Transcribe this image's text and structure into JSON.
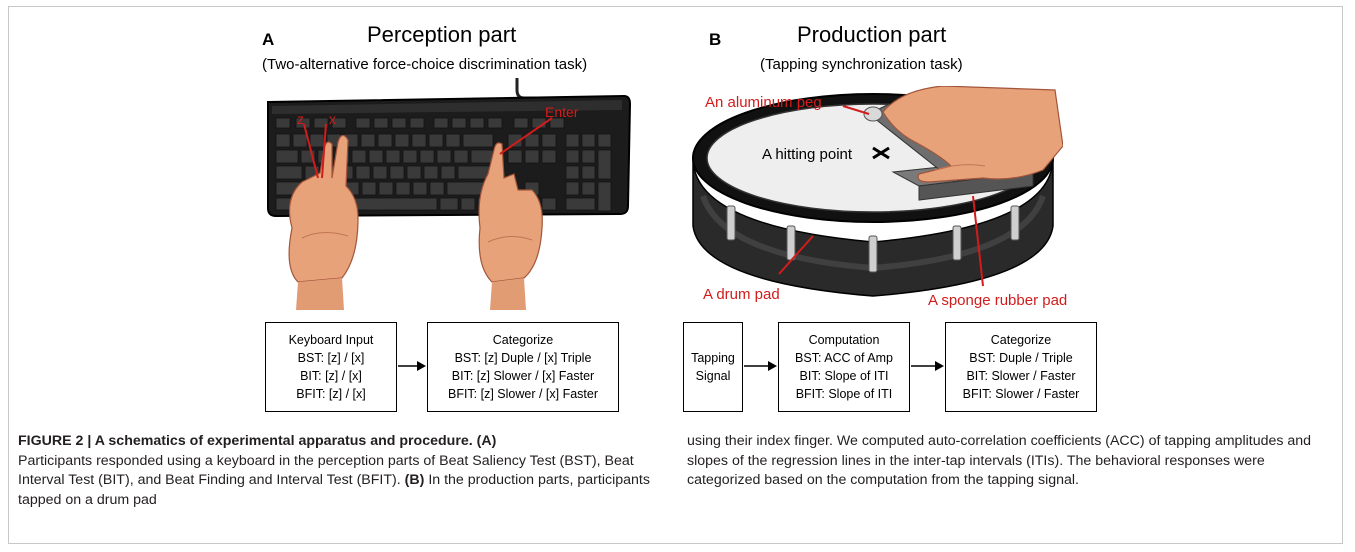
{
  "panel_a": {
    "letter": "A",
    "title": "Perception part",
    "subtitle": "(Two-alternative force-choice discrimination task)",
    "key_labels": {
      "z": "z",
      "x": "x",
      "enter": "Enter"
    },
    "boxes": {
      "input": {
        "lines": [
          "Keyboard Input",
          "BST: [z] / [x]",
          "BIT: [z] / [x]",
          "BFIT: [z] / [x]"
        ]
      },
      "categorize": {
        "lines": [
          "Categorize",
          "BST: [z] Duple / [x] Triple",
          "BIT: [z] Slower / [x] Faster",
          "BFIT: [z] Slower / [x] Faster"
        ]
      }
    }
  },
  "panel_b": {
    "letter": "B",
    "title": "Production part",
    "subtitle": "(Tapping synchronization task)",
    "labels": {
      "peg": "An aluminum peg",
      "hitting_point": "A hitting point",
      "drum_pad": "A drum pad",
      "sponge": "A sponge rubber pad"
    },
    "boxes": {
      "signal": {
        "lines": [
          "Tapping",
          "Signal"
        ]
      },
      "computation": {
        "lines": [
          "Computation",
          "BST: ACC of Amp",
          "BIT: Slope of ITI",
          "BFIT: Slope of ITI"
        ]
      },
      "categorize": {
        "lines": [
          "Categorize",
          "BST: Duple / Triple",
          "BIT: Slower / Faster",
          "BFIT: Slower / Faster"
        ]
      }
    }
  },
  "caption": {
    "heading": "FIGURE 2 | A schematics of experimental apparatus and procedure. (A)",
    "left_col": "Participants responded using a keyboard in the perception parts of Beat Saliency Test (BST), Beat Interval Test (BIT), and Beat Finding and Interval Test (BFIT).",
    "marker_b": "(B)",
    "left_col_tail": "In the production parts, participants tapped on a drum pad",
    "right_col": "using their index finger. We computed auto-correlation coefficients (ACC) of tapping amplitudes and slopes of the regression lines in the inter-tap intervals (ITIs). The behavioral responses were categorized based on the computation from the tapping signal."
  },
  "colors": {
    "annotation_red": "#d21c1c",
    "text": "#231f20",
    "frame": "#c8c8c8"
  },
  "icons": [
    "keyboard-illustration",
    "hand-illustration",
    "drum-pad-illustration"
  ]
}
